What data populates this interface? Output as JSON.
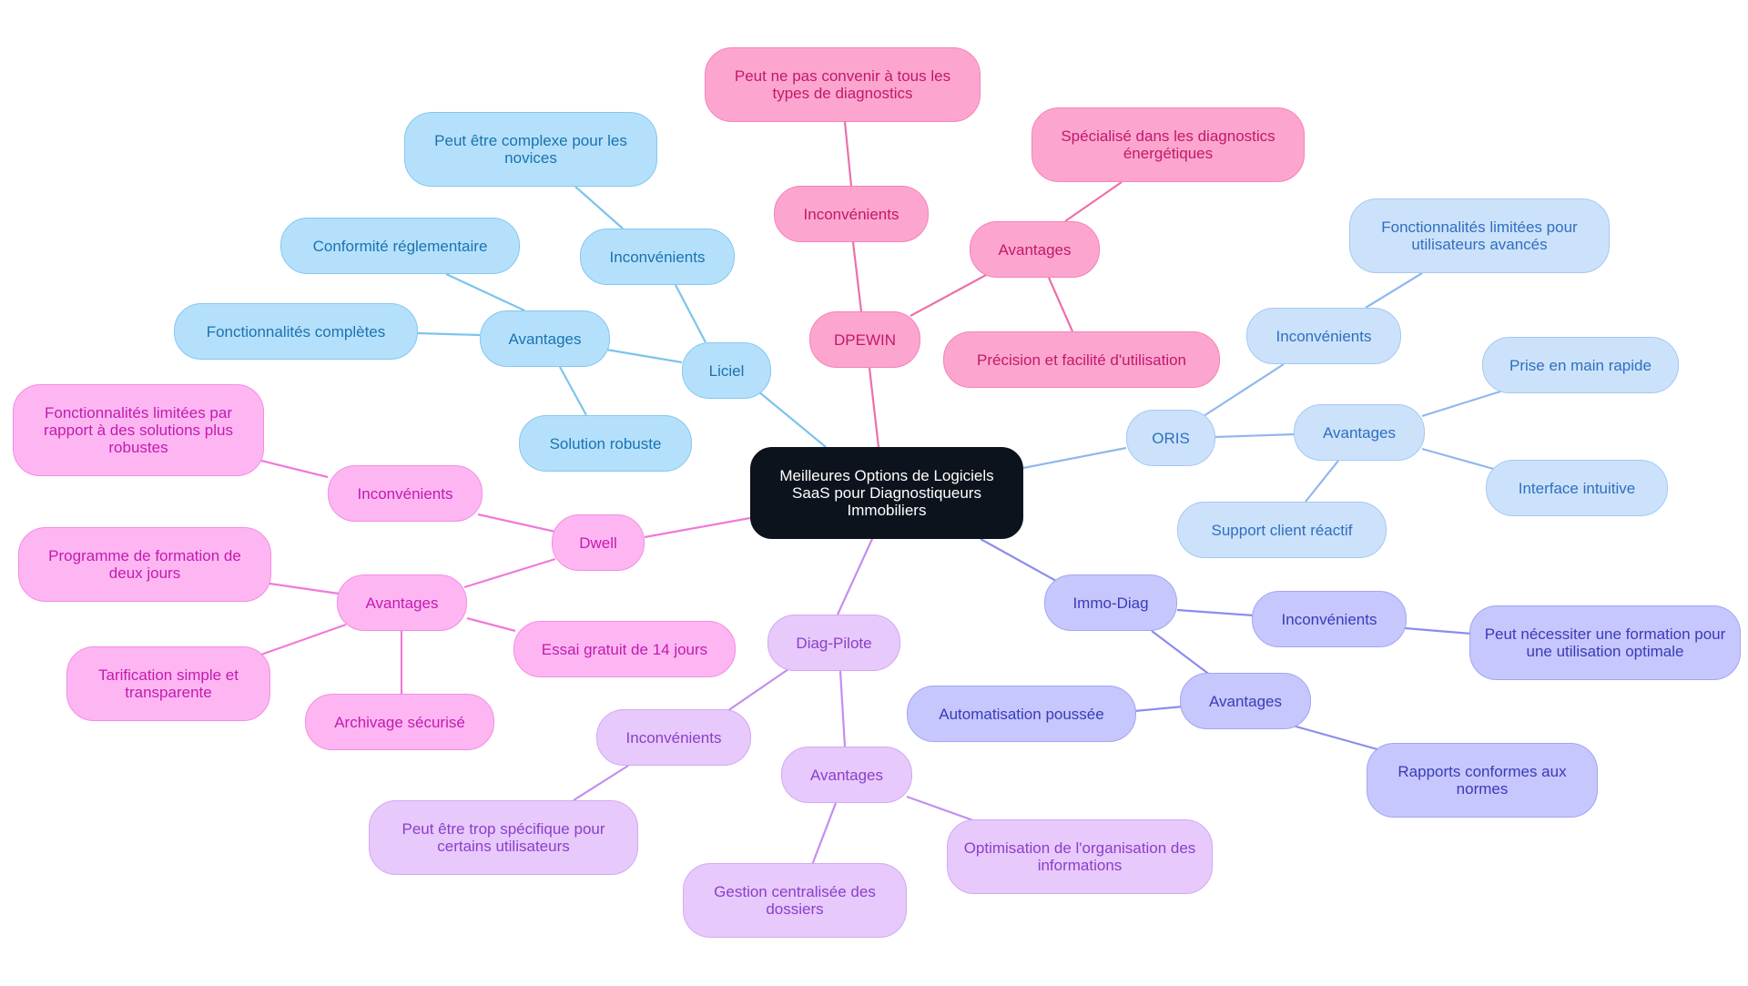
{
  "root": {
    "label": "Meilleures Options de Logiciels SaaS pour Diagnostiqueurs Immobiliers"
  },
  "branches": {
    "liciel": {
      "label": "Liciel",
      "inconvenients": {
        "label": "Inconvénients",
        "items": [
          "Peut être complexe pour les novices"
        ]
      },
      "avantages": {
        "label": "Avantages",
        "items": [
          "Conformité réglementaire",
          "Fonctionnalités complètes",
          "Solution robuste"
        ]
      }
    },
    "dpewin": {
      "label": "DPEWIN",
      "inconvenients": {
        "label": "Inconvénients",
        "items": [
          "Peut ne pas convenir à tous les types de diagnostics"
        ]
      },
      "avantages": {
        "label": "Avantages",
        "items": [
          "Spécialisé dans les diagnostics énergétiques",
          "Précision et facilité d'utilisation"
        ]
      }
    },
    "oris": {
      "label": "ORIS",
      "inconvenients": {
        "label": "Inconvénients",
        "items": [
          "Fonctionnalités limitées pour utilisateurs avancés"
        ]
      },
      "avantages": {
        "label": "Avantages",
        "items": [
          "Prise en main rapide",
          "Interface intuitive",
          "Support client réactif"
        ]
      }
    },
    "dwell": {
      "label": "Dwell",
      "inconvenients": {
        "label": "Inconvénients",
        "items": [
          "Fonctionnalités limitées par rapport à des solutions plus robustes"
        ]
      },
      "avantages": {
        "label": "Avantages",
        "items": [
          "Programme de formation de deux jours",
          "Essai gratuit de 14 jours",
          "Tarification simple et transparente",
          "Archivage sécurisé"
        ]
      }
    },
    "diagpilote": {
      "label": "Diag-Pilote",
      "inconvenients": {
        "label": "Inconvénients",
        "items": [
          "Peut être trop spécifique pour certains utilisateurs"
        ]
      },
      "avantages": {
        "label": "Avantages",
        "items": [
          "Optimisation de l'organisation des informations",
          "Gestion centralisée des dossiers"
        ]
      }
    },
    "immodiag": {
      "label": "Immo-Diag",
      "inconvenients": {
        "label": "Inconvénients",
        "items": [
          "Peut nécessiter une formation pour une utilisation optimale"
        ]
      },
      "avantages": {
        "label": "Avantages",
        "items": [
          "Automatisation poussée",
          "Rapports conformes aux normes"
        ]
      }
    }
  },
  "colors": {
    "liciel": "#7cc4ec",
    "dpewin": "#ee6fa9",
    "oris": "#8fb8ec",
    "dwell": "#f07ad8",
    "diagpilote": "#c38ef0",
    "immodiag": "#8a8cec"
  }
}
